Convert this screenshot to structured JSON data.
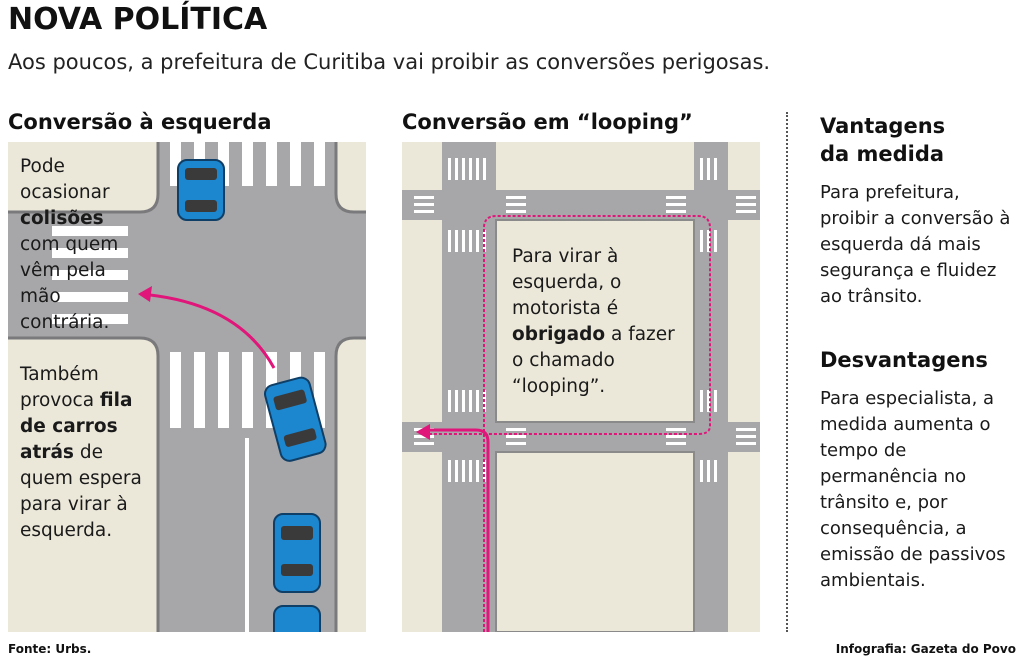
{
  "header": {
    "title": "NOVA POLÍTICA",
    "subtitle": "Aos poucos, a prefeitura de Curitiba vai proibir as conversões perigosas."
  },
  "panel_left": {
    "title": "Conversão à esquerda",
    "note1_a": "Pode",
    "note1_b": "ocasionar",
    "note1_bold": "colisões",
    "note1_c": "com quem",
    "note1_d": "vêm pela",
    "note1_e": "mão",
    "note1_f": "contrária.",
    "note2_a": "Também",
    "note2_b_pre": "provoca ",
    "note2_b_bold": "fila",
    "note2_c_bold": "de carros",
    "note2_d_bold": "atrás",
    "note2_d_post": " de",
    "note2_e": "quem espera",
    "note2_f": "para virar à",
    "note2_g": "esquerda."
  },
  "panel_middle": {
    "title": "Conversão em “looping”",
    "note_a": "Para virar à",
    "note_b": "esquerda, o",
    "note_c": "motorista é",
    "note_d_bold": "obrigado",
    "note_d_post": " a fazer",
    "note_e": "o chamado",
    "note_f": "“looping”."
  },
  "sidebar": {
    "advantages_title_1": "Vantagens",
    "advantages_title_2": "da medida",
    "advantages_text": "Para prefeitura, proibir a conversão à esquerda dá mais segurança e fluidez ao trânsito.",
    "disadvantages_title": "Desvantagens",
    "disadvantages_text": "Para especialista, a medida aumenta o tempo de permanência no trânsito e, por consequência, a emissão de passivos ambientais."
  },
  "footer": {
    "source": "Fonte: Urbs.",
    "credit": "Infografia: Gazeta do Povo"
  },
  "colors": {
    "road": "#a7a7a9",
    "sidewalk": "#ebe7d9",
    "car": "#1c86cf",
    "arrow": "#e0167a",
    "lane_marks": "#ffffff"
  }
}
